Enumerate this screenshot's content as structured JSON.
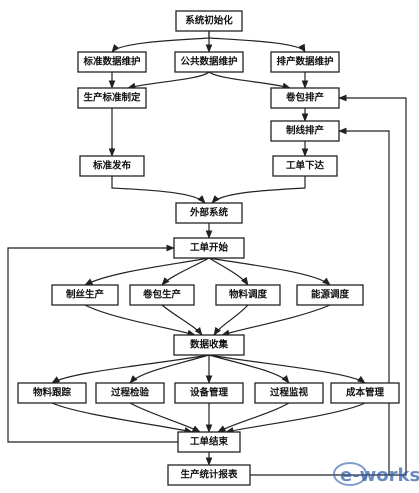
{
  "diagram": {
    "type": "flowchart",
    "nodes": {
      "init": "系统初始化",
      "std_data": "标准数据维护",
      "pub_data": "公共数据维护",
      "sched_data": "排产数据维护",
      "std_make": "生产标准制定",
      "roll_sched": "卷包排产",
      "std_publish": "标准发布",
      "wire_sched": "制线排产",
      "order_issue": "工单下达",
      "ext_system": "外部系统",
      "order_start": "工单开始",
      "prod_wire": "制丝生产",
      "prod_roll": "卷包生产",
      "material_dispatch": "物料调度",
      "energy_dispatch": "能源调度",
      "data_collect": "数据收集",
      "material_track": "物料跟踪",
      "process_inspect": "过程检验",
      "equipment_mgmt": "设备管理",
      "process_monitor": "过程监视",
      "cost_mgmt": "成本管理",
      "order_end": "工单结束",
      "report": "生产统计报表"
    },
    "edges": [
      [
        "init",
        "std_data"
      ],
      [
        "init",
        "pub_data"
      ],
      [
        "init",
        "sched_data"
      ],
      [
        "std_data",
        "std_make"
      ],
      [
        "pub_data",
        "std_make"
      ],
      [
        "pub_data",
        "roll_sched"
      ],
      [
        "sched_data",
        "roll_sched"
      ],
      [
        "std_make",
        "std_publish"
      ],
      [
        "roll_sched",
        "wire_sched"
      ],
      [
        "wire_sched",
        "order_issue"
      ],
      [
        "std_publish",
        "ext_system"
      ],
      [
        "order_issue",
        "ext_system"
      ],
      [
        "ext_system",
        "order_start"
      ],
      [
        "order_start",
        "prod_wire"
      ],
      [
        "order_start",
        "prod_roll"
      ],
      [
        "order_start",
        "material_dispatch"
      ],
      [
        "order_start",
        "energy_dispatch"
      ],
      [
        "prod_wire",
        "data_collect"
      ],
      [
        "prod_roll",
        "data_collect"
      ],
      [
        "material_dispatch",
        "data_collect"
      ],
      [
        "energy_dispatch",
        "data_collect"
      ],
      [
        "data_collect",
        "material_track"
      ],
      [
        "data_collect",
        "process_inspect"
      ],
      [
        "data_collect",
        "equipment_mgmt"
      ],
      [
        "data_collect",
        "process_monitor"
      ],
      [
        "data_collect",
        "cost_mgmt"
      ],
      [
        "material_track",
        "order_end"
      ],
      [
        "process_inspect",
        "order_end"
      ],
      [
        "equipment_mgmt",
        "order_end"
      ],
      [
        "process_monitor",
        "order_end"
      ],
      [
        "cost_mgmt",
        "order_end"
      ],
      [
        "order_end",
        "report"
      ],
      [
        "order_end",
        "order_start"
      ],
      [
        "report",
        "roll_sched"
      ],
      [
        "report",
        "wire_sched"
      ]
    ]
  },
  "watermark": {
    "text": "e-works"
  },
  "colors": {
    "line": "#222222",
    "box_border": "#222222",
    "watermark": "#2b5aa6"
  }
}
